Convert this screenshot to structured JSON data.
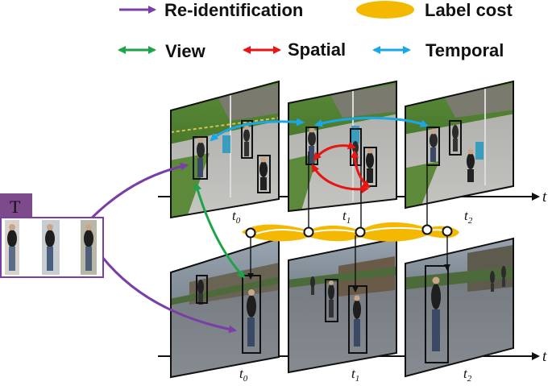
{
  "legend": {
    "reid": {
      "label": "Re-identification",
      "color": "#7a3fa6"
    },
    "label_cost": {
      "label": "Label cost",
      "color": "#f5b800"
    },
    "view": {
      "label": "View",
      "color": "#1fa34a"
    },
    "spatial": {
      "label": "Spatial",
      "color": "#e81515"
    },
    "temporal": {
      "label": "Temporal",
      "color": "#1aa7e6"
    }
  },
  "template": {
    "label": "T"
  },
  "axes": {
    "top": {
      "label": "t",
      "ticks": [
        {
          "base": "t",
          "sub": "0"
        },
        {
          "base": "t",
          "sub": "1"
        },
        {
          "base": "t",
          "sub": "2"
        }
      ]
    },
    "bottom": {
      "label": "t",
      "ticks": [
        {
          "base": "t",
          "sub": "0"
        },
        {
          "base": "t",
          "sub": "1"
        },
        {
          "base": "t",
          "sub": "2"
        }
      ]
    }
  },
  "colors": {
    "frame_border": "#111111",
    "template_header": "#7d4b8c",
    "template_border": "#7a3fa6"
  }
}
